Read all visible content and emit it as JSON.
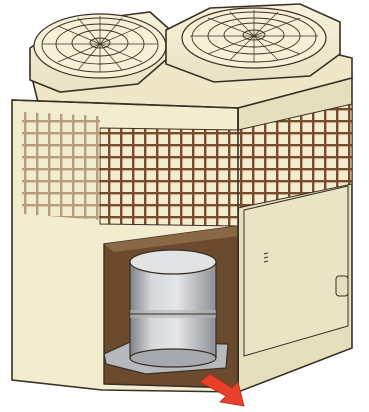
{
  "illustration": {
    "subject": "outdoor-condensing-unit",
    "fan_count": 2,
    "component_shown": "compressor",
    "indicator": "arrow-pull-out"
  },
  "colors": {
    "casing": "#f3edcf",
    "casing_shade": "#e2dab8",
    "outline": "#3a2f25",
    "grille": "#7a4a2c",
    "cavity": "#6b4a2e",
    "compressor_light": "#cfd1d3",
    "compressor_dark": "#8d9196",
    "arrow": "#e8402a"
  }
}
